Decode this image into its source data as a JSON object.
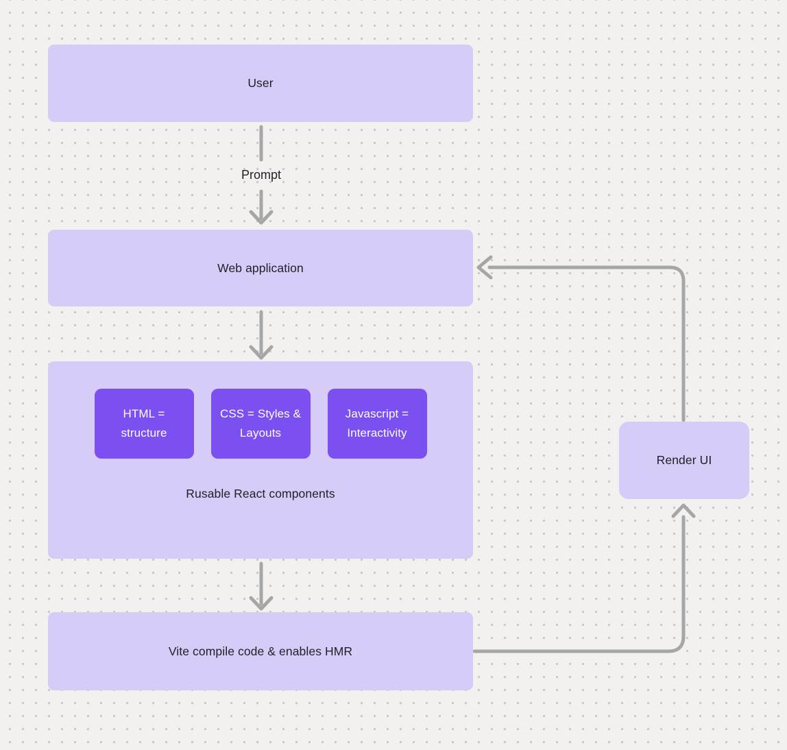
{
  "diagram": {
    "nodes": {
      "user": {
        "label": "User"
      },
      "web_application": {
        "label": "Web application"
      },
      "components_container": {
        "label": "Rusable React components",
        "children": [
          {
            "label": "HTML = structure"
          },
          {
            "label": "CSS = Styles & Layouts"
          },
          {
            "label": "Javascript = Interactivity"
          }
        ]
      },
      "vite": {
        "label": "Vite compile code & enables HMR"
      },
      "render_ui": {
        "label": "Render UI"
      }
    },
    "edges": {
      "prompt_label": "Prompt"
    }
  },
  "colors": {
    "background": "#f2f1ef",
    "dot": "#c6c5c2",
    "box_light": "#d7cbf7",
    "box_dark": "#7c4ff0",
    "text_dark": "#221f26",
    "text_light": "#ffffff",
    "connector": "#a6a6a6"
  }
}
